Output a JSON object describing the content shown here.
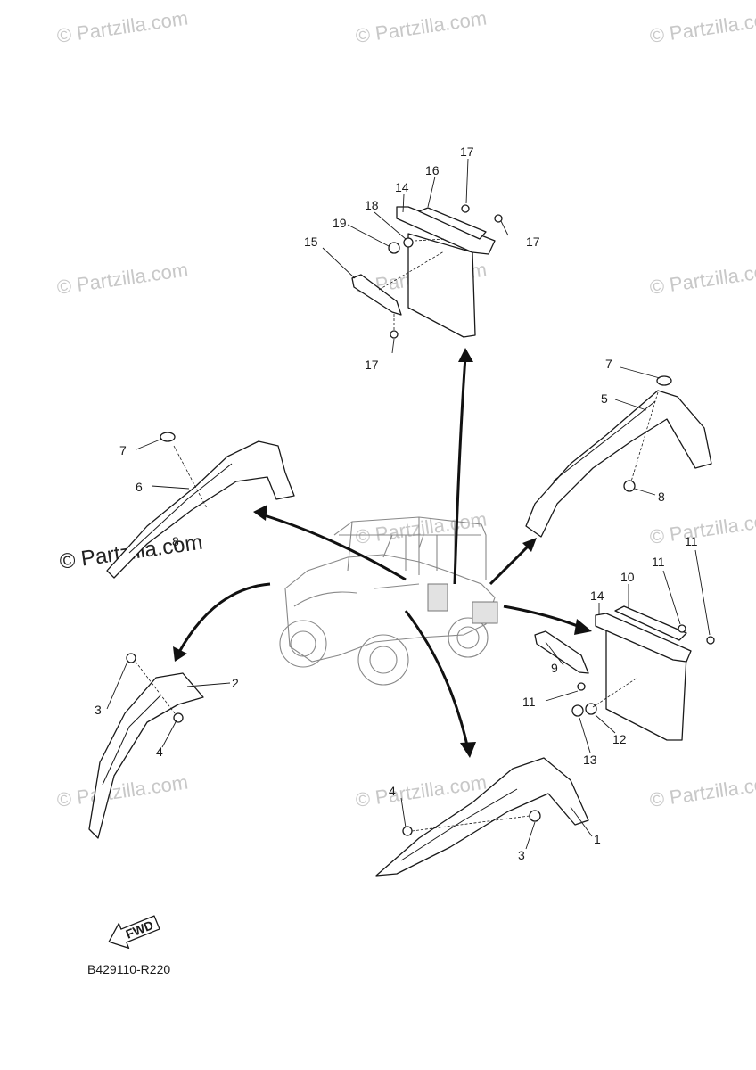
{
  "watermark": "© Partzilla.com",
  "figure_code": "B429110-R220",
  "fwd_label": "FWD",
  "callouts": {
    "c1": "1",
    "c2": "2",
    "c3a": "3",
    "c3b": "3",
    "c4a": "4",
    "c4b": "4",
    "c5": "5",
    "c6": "6",
    "c7a": "7",
    "c7b": "7",
    "c8a": "8",
    "c8b": "8",
    "c9": "9",
    "c10": "10",
    "c11a": "11",
    "c11b": "11",
    "c11c": "11",
    "c12": "12",
    "c13": "13",
    "c14a": "14",
    "c14b": "14",
    "c15": "15",
    "c16": "16",
    "c17a": "17",
    "c17b": "17",
    "c17c": "17",
    "c18": "18",
    "c19": "19"
  }
}
